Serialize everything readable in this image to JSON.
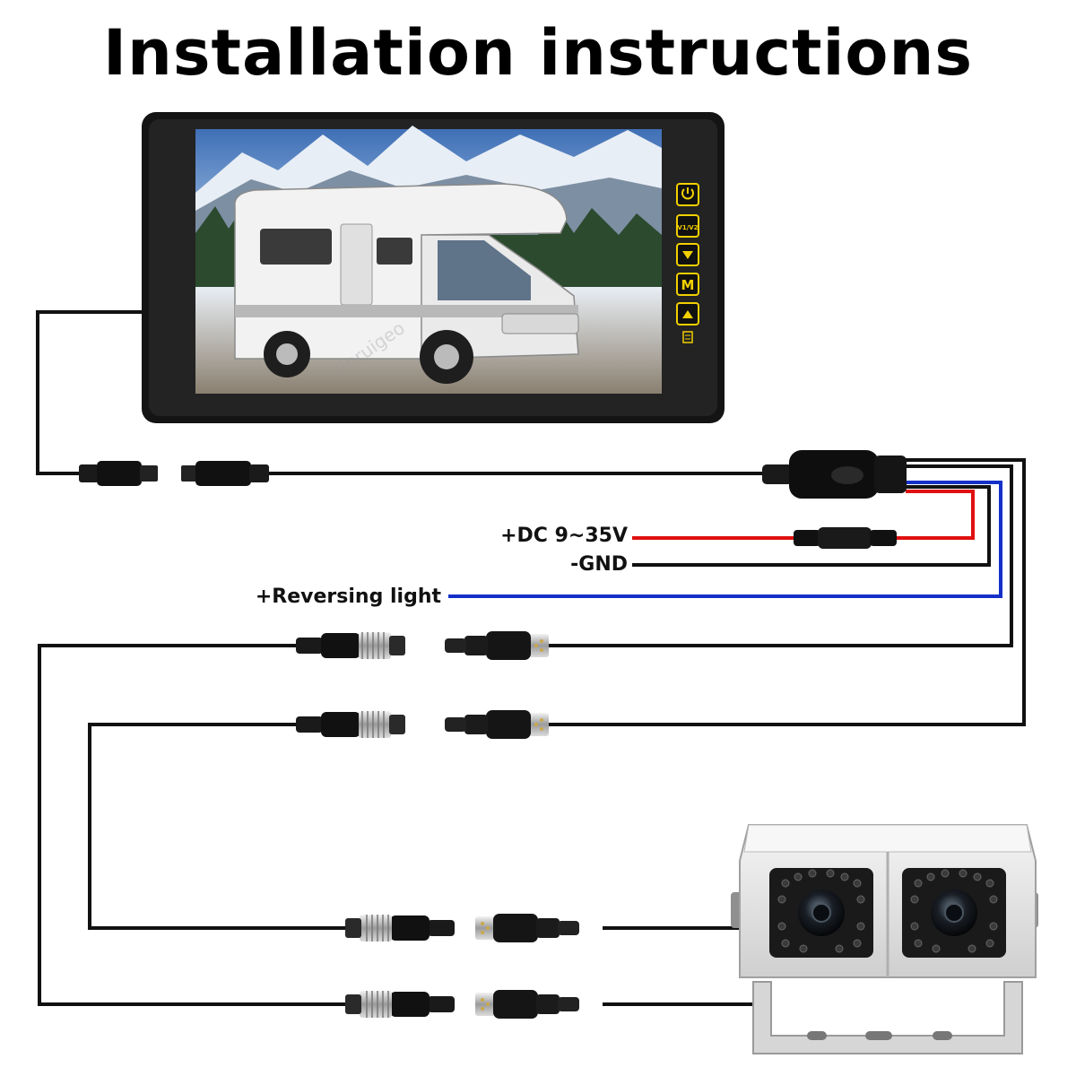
{
  "title": "Installation instructions",
  "labels": {
    "power": "+DC 9~35V",
    "ground": "-GND",
    "reverse": "+Reversing light"
  },
  "monitor_buttons": {
    "v1v2": "V1/V2",
    "menu": "M"
  },
  "watermark": "Enruigeo",
  "colors": {
    "power_wire": "#e01010",
    "ground_wire": "#111111",
    "reverse_wire": "#1530c8",
    "button_accent": "#f2d000",
    "camera_body": "#e6e6e6"
  },
  "icons": [
    "power-icon",
    "down-arrow-icon",
    "up-arrow-icon",
    "source-icon"
  ]
}
